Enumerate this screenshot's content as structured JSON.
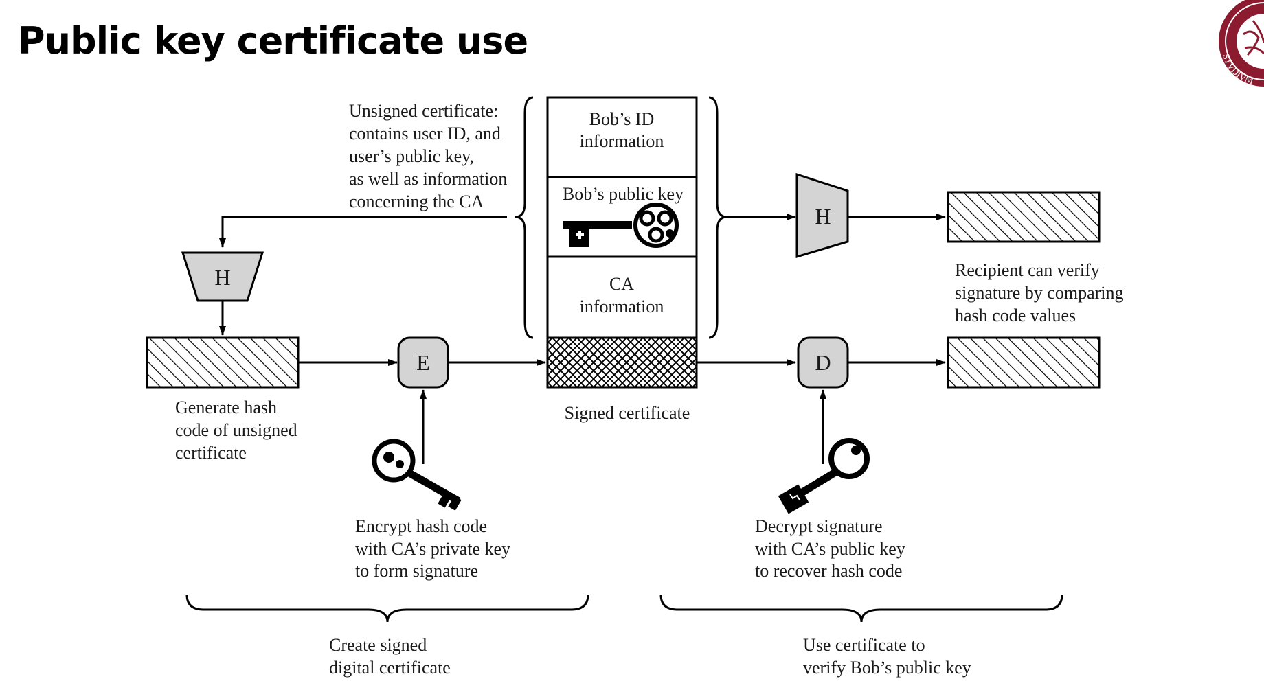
{
  "slide": {
    "title": "Public key certificate use",
    "logo_text": "STVDIVM",
    "logo_color": "#8c1b2f"
  },
  "diagram": {
    "unsigned_note": [
      "Unsigned certificate:",
      "contains user ID, and",
      "user’s public key,",
      "as well as information",
      "concerning the CA"
    ],
    "cert_fields": {
      "bob_id": [
        "Bob’s ID",
        "information"
      ],
      "bob_key": "Bob’s public key",
      "ca_info": [
        "CA",
        "information"
      ]
    },
    "hash_symbol": "H",
    "encrypt_symbol": "E",
    "decrypt_symbol": "D",
    "signed_certificate_label": "Signed certificate",
    "generate_hash_note": [
      "Generate hash",
      "code of unsigned",
      "certificate"
    ],
    "encrypt_note": [
      "Encrypt hash code",
      "with CA’s private key",
      "to form signature"
    ],
    "decrypt_note": [
      "Decrypt signature",
      "with CA’s public key",
      "to recover hash code"
    ],
    "verify_note": [
      "Recipient can verify",
      "signature by comparing",
      "hash code values"
    ],
    "create_group_label": [
      "Create signed",
      "digital certificate"
    ],
    "use_group_label": [
      "Use certificate to",
      "verify Bob’s public key"
    ]
  }
}
